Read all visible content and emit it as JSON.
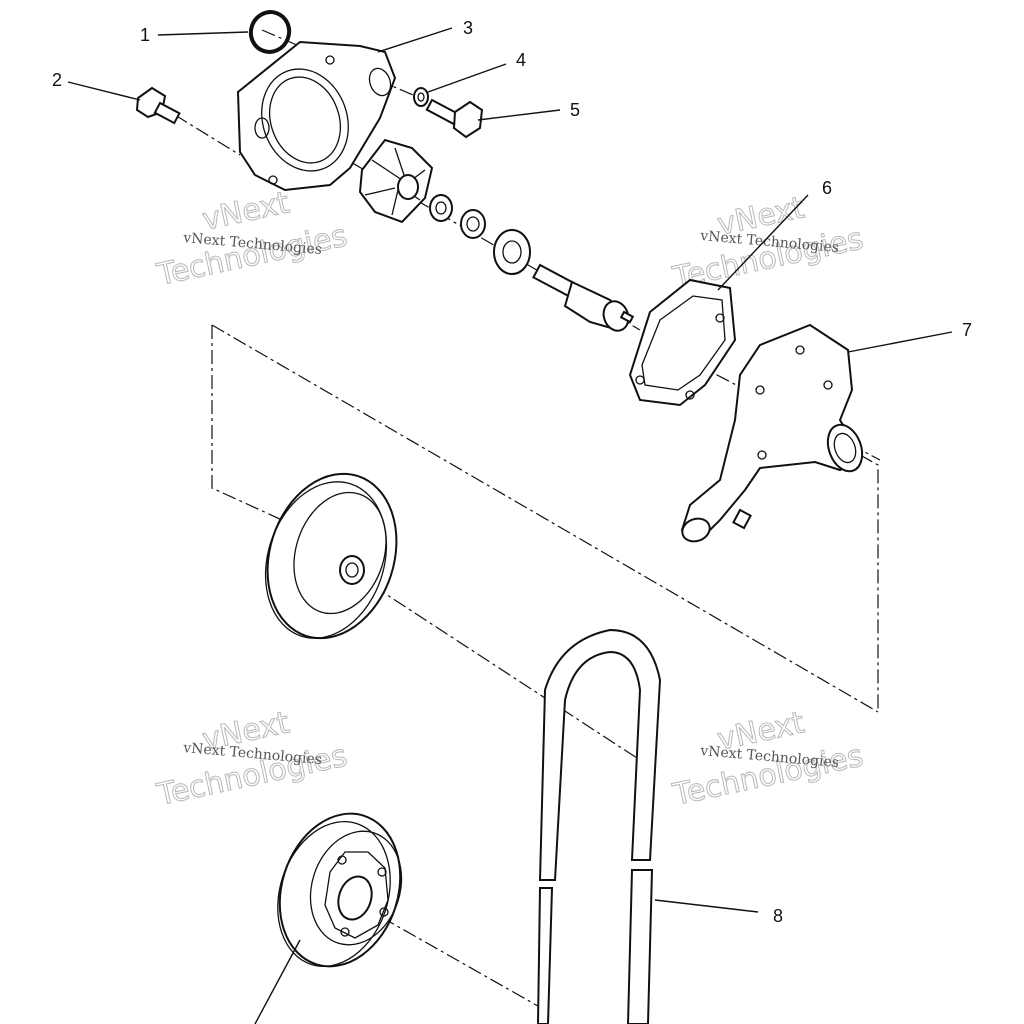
{
  "callouts": {
    "c1": "1",
    "c2": "2",
    "c3": "3",
    "c4": "4",
    "c5": "5",
    "c6": "6",
    "c7": "7",
    "c8": "8"
  },
  "watermarks": {
    "brand_line": "vNext Technologies",
    "big_line_1": "vNext",
    "big_line_2": "Technologies"
  }
}
